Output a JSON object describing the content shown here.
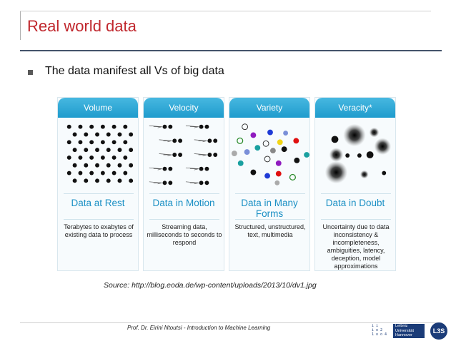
{
  "slide": {
    "title": "Real world data",
    "bullet": "The data manifest all Vs of big data",
    "source": "Source: http://blog.eoda.de/wp-content/uploads/2013/10/dv1.jpg",
    "footer": "Prof. Dr. Eirini Ntoutsi - Introduction to Machine Learning"
  },
  "figure": {
    "columns": [
      {
        "header": "Volume",
        "subtitle": "Data at Rest",
        "description": "Terabytes to exabytes of existing data to process"
      },
      {
        "header": "Velocity",
        "subtitle": "Data in Motion",
        "description": "Streaming data, milliseconds to seconds to respond"
      },
      {
        "header": "Variety",
        "subtitle": "Data in Many Forms",
        "description": "Structured, unstructured, text, multimedia"
      },
      {
        "header": "Veracity*",
        "subtitle": "Data in Doubt",
        "description": "Uncertainty due to data inconsistency & incompleteness, ambiguities, latency, deception, model approximations"
      }
    ]
  },
  "logo": {
    "line1": "Leibniz",
    "line2": "Universität",
    "line3": "Hannover",
    "l3s": "L3S",
    "mark1": "i  i",
    "mark2": "i o  2",
    "mark3": "1 o o  4"
  },
  "colors": {
    "title": "#c0272d",
    "accent": "#1f9ccd",
    "subtitle": "#1a8fc4",
    "rule": "#44546a",
    "logo": "#1b3c78"
  }
}
